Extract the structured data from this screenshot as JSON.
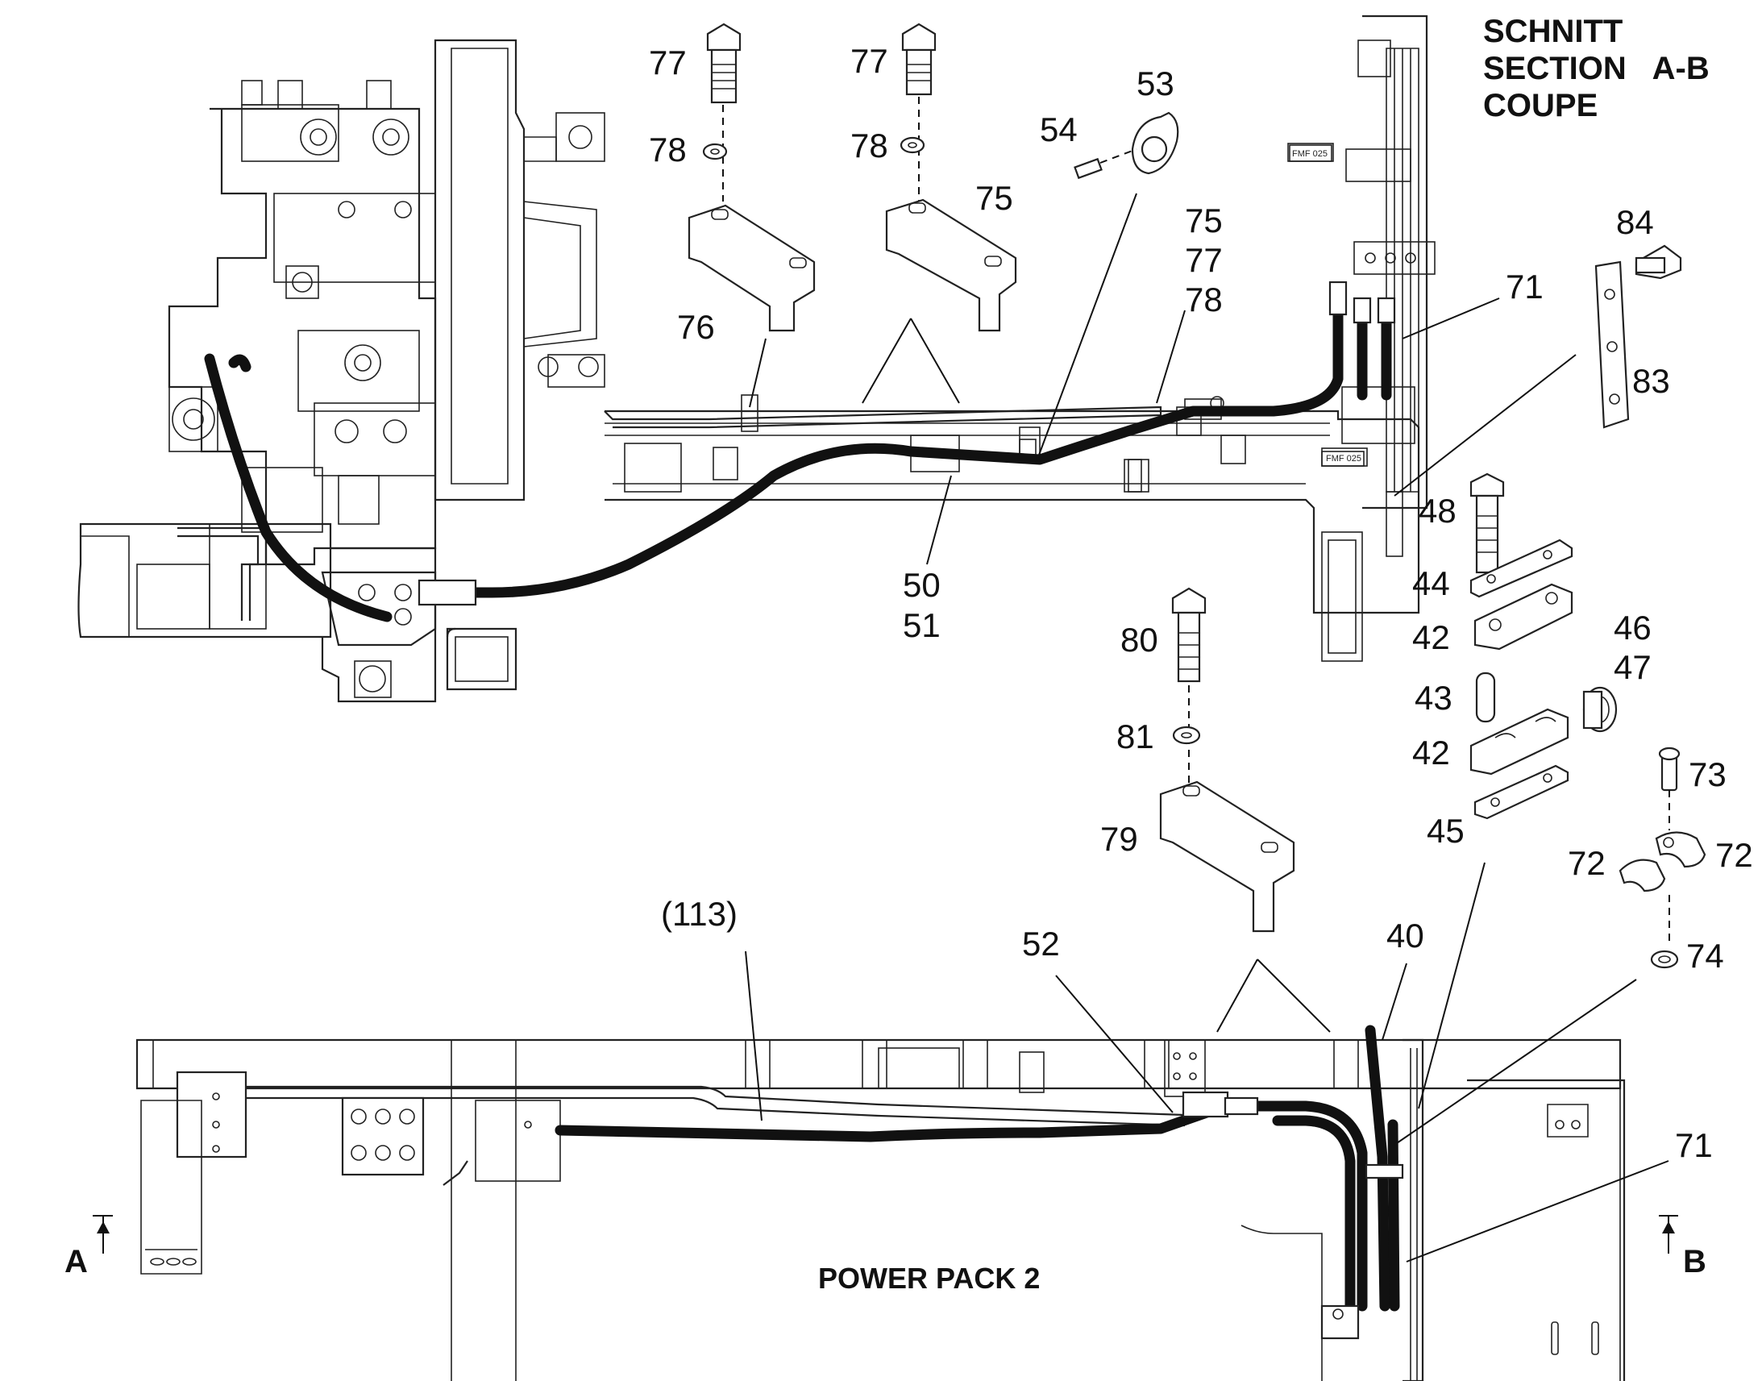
{
  "section_title": [
    "SCHNITT",
    "SECTION   A-B",
    "COUPE"
  ],
  "bottom_title": "POWER PACK 2",
  "section_marks": {
    "left": "A",
    "right": "B"
  },
  "plate_marks": [
    "FMF 025",
    "FMF 025"
  ],
  "callouts": {
    "c77a": "77",
    "c78a": "78",
    "c77b": "77",
    "c78b": "78",
    "c53": "53",
    "c54": "54",
    "c75": "75",
    "c76": "76",
    "c75b": "75",
    "c77c": "77",
    "c78c": "78",
    "c84": "84",
    "c71a": "71",
    "c83": "83",
    "c48": "48",
    "c44": "44",
    "c42a": "42",
    "c46": "46",
    "c47": "47",
    "c43": "43",
    "c42b": "42",
    "c45": "45",
    "c50": "50",
    "c51": "51",
    "c80": "80",
    "c81": "81",
    "c79": "79",
    "c73": "73",
    "c72a": "72",
    "c72b": "72",
    "c74": "74",
    "c113": "(113)",
    "c52": "52",
    "c40": "40",
    "c71b": "71"
  }
}
